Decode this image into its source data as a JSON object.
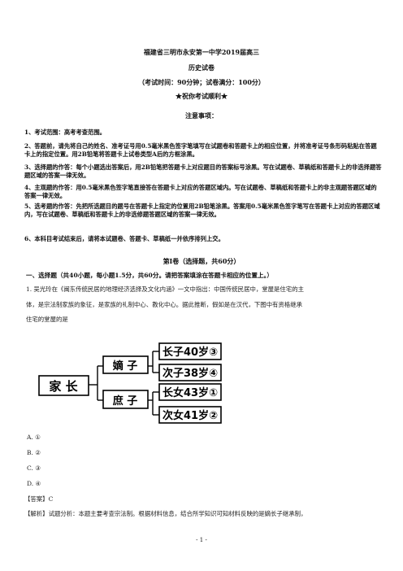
{
  "header": {
    "school_title": "福建省三明市永安第一中学2019届高三",
    "subject": "历史试卷",
    "exam_info": "（考试时间：90分钟；试卷满分：100分）",
    "wish": "★祝你考试顺利★"
  },
  "notes": {
    "title": "注意事项：",
    "items": [
      "1、考试范围：高考考查范围。",
      "2、答题前，请先将自己的姓名、准考证号用0.5毫米黑色签字笔填写在试题卷和答题卡上的相应位置，并将准考证号条形码粘贴在答题卡上的指定位置。用2B铅笔将答题卡上试卷类型A后的方框涂黑。",
      "3、选择题的作答：每个小题选出答案后，用2B铅笔把答题卡上对应题目的答案标号涂黑。写在试题卷、草稿纸和答题卡上的非选择题答题区域的答案一律无效。",
      "4、主观题的作答：用0.5毫米黑色签字笔直接答在答题卡上对应的答题区域内。写在试题卷、草稿纸和答题卡上的非主观题答题区域的答案一律无效。",
      "5、选考题的作答：先把所选题目的题号在答题卡上指定的位置用2B铅笔涂黑。答案用0.5毫米黑色签字笔写在答题卡上对应的答题区域内，写在试题卷、草稿纸和答题卡上的非选修题答题区域的答案一律无效。",
      "6、本科目考试结束后，请将本试题卷、答题卡、草稿纸一并依序排列上交。"
    ]
  },
  "section1": {
    "title": "第Ⅰ卷（选择题，共60分）",
    "heading": "一、选择题（共40小题，每小题1.5分，共60分。请把答案填涂在答题卡相应的位置上。）"
  },
  "question1": {
    "stem_line1": "1.  吴光玲在《闽东传统民居的地理经济选择及文化内涵》一文中指出：中国传统民居中，堂屋是住宅的主",
    "stem_line2": "体，是宗法制家族的象征，是家族的礼制中心、教化中心。据此推断，假如是在汉代，下图中有资格继承",
    "stem_line3": "住宅的堂屋的是",
    "diagram": {
      "root": "家  长",
      "mid_top": "嫡  子",
      "mid_bottom": "庶  子",
      "leaves": [
        "长子40岁③",
        "次子38岁④",
        "长女43岁①",
        "次女41岁②"
      ]
    },
    "options": [
      "A.  ①",
      "B.  ②",
      "C.  ③",
      "D.  ④"
    ],
    "answer": "【答案】C",
    "analysis": "【解析】试题分析：本题主要考查宗法制。根据材料信息，结合所学知识可知材料反映的是嫡长子继承制，"
  },
  "footer": {
    "page": "- 1 -"
  }
}
